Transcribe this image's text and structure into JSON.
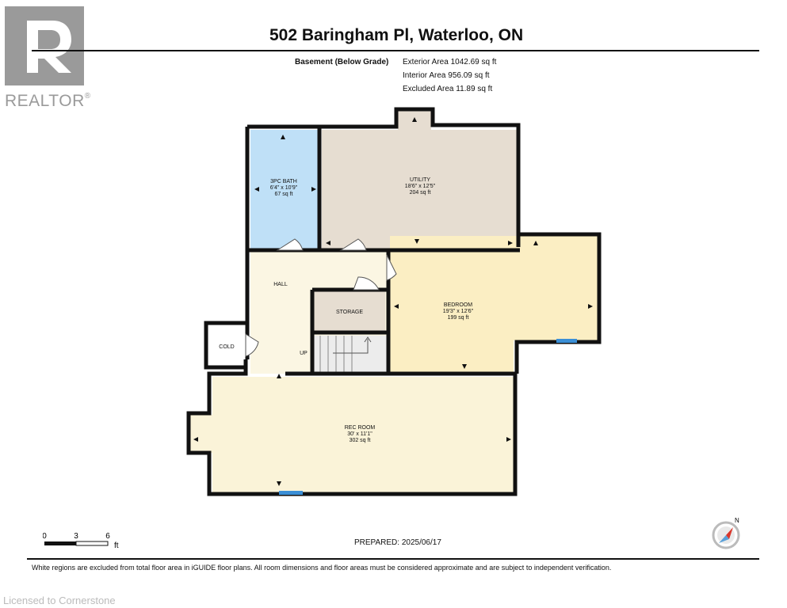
{
  "brand": {
    "wordmark": "REALTOR",
    "reg_mark": "®"
  },
  "header": {
    "title": "502 Baringham Pl, Waterloo, ON"
  },
  "area_info": {
    "level": "Basement (Below Grade)",
    "exterior": "Exterior Area 1042.69 sq ft",
    "interior": "Interior Area 956.09 sq ft",
    "excluded": "Excluded Area 11.89 sq ft"
  },
  "rooms": {
    "bath": {
      "name": "3PC BATH",
      "dims": "6'4\" x 10'9\"",
      "area": "67 sq ft"
    },
    "utility": {
      "name": "UTILITY",
      "dims": "18'6\" x 12'5\"",
      "area": "204 sq ft"
    },
    "hall": {
      "name": "HALL"
    },
    "storage": {
      "name": "STORAGE"
    },
    "bedroom": {
      "name": "BEDROOM",
      "dims": "19'3\" x 12'6\"",
      "area": "199 sq ft"
    },
    "cold": {
      "name": "COLD"
    },
    "stairs": {
      "label": "UP"
    },
    "rec": {
      "name": "REC ROOM",
      "dims": "30' x 11'1\"",
      "area": "302 sq ft"
    }
  },
  "colors": {
    "bath_fill": "#bfe0f7",
    "utility_fill": "#e6ddd1",
    "hall_fill": "#fbf6e3",
    "bedroom_fill": "#fbeec3",
    "rec_fill": "#faf3d8",
    "storage_fill": "#e6ddd1",
    "stairs_fill": "#ececec",
    "window": "#3b8fd6",
    "wall": "#111111"
  },
  "scale": {
    "ticks": [
      "0",
      "3",
      "6"
    ],
    "unit": "ft"
  },
  "compass": {
    "label": "N"
  },
  "footer": {
    "prepared": "PREPARED: 2025/06/17",
    "disclaimer": "White regions are excluded from total floor area in iGUIDE floor plans. All room dimensions and floor areas must be considered approximate and are subject to independent verification.",
    "licensed": "Licensed to Cornerstone"
  }
}
